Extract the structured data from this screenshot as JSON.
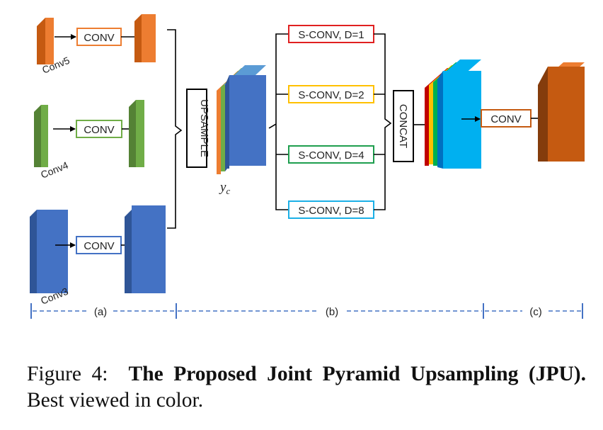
{
  "diagram": {
    "stages": {
      "a": {
        "inputs": [
          {
            "label": "Conv5",
            "op": "CONV",
            "color": "#ED7D31"
          },
          {
            "label": "Conv4",
            "op": "CONV",
            "color": "#70AD47"
          },
          {
            "label": "Conv3",
            "op": "CONV",
            "color": "#4472C4"
          }
        ],
        "upsample": "UPSAMPLE",
        "output_label": "y",
        "output_subscript": "c"
      },
      "b": {
        "branches": [
          {
            "label": "S-CONV, D=1",
            "color": "#E02020"
          },
          {
            "label": "S-CONV, D=2",
            "color": "#FFC000"
          },
          {
            "label": "S-CONV, D=4",
            "color": "#1E9E4E"
          },
          {
            "label": "S-CONV, D=8",
            "color": "#1CB0E6"
          }
        ],
        "concat": "CONCAT"
      },
      "c": {
        "op": "CONV",
        "color": "#C55A11"
      }
    },
    "segments": [
      "(a)",
      "(b)",
      "(c)"
    ]
  },
  "caption": {
    "prefix": "Figure 4:",
    "title": "The Proposed Joint Pyramid Upsampling (JPU).",
    "suffix": "Best viewed in color."
  },
  "colors": {
    "line": "#000000",
    "segment_line": "#4472C4"
  }
}
